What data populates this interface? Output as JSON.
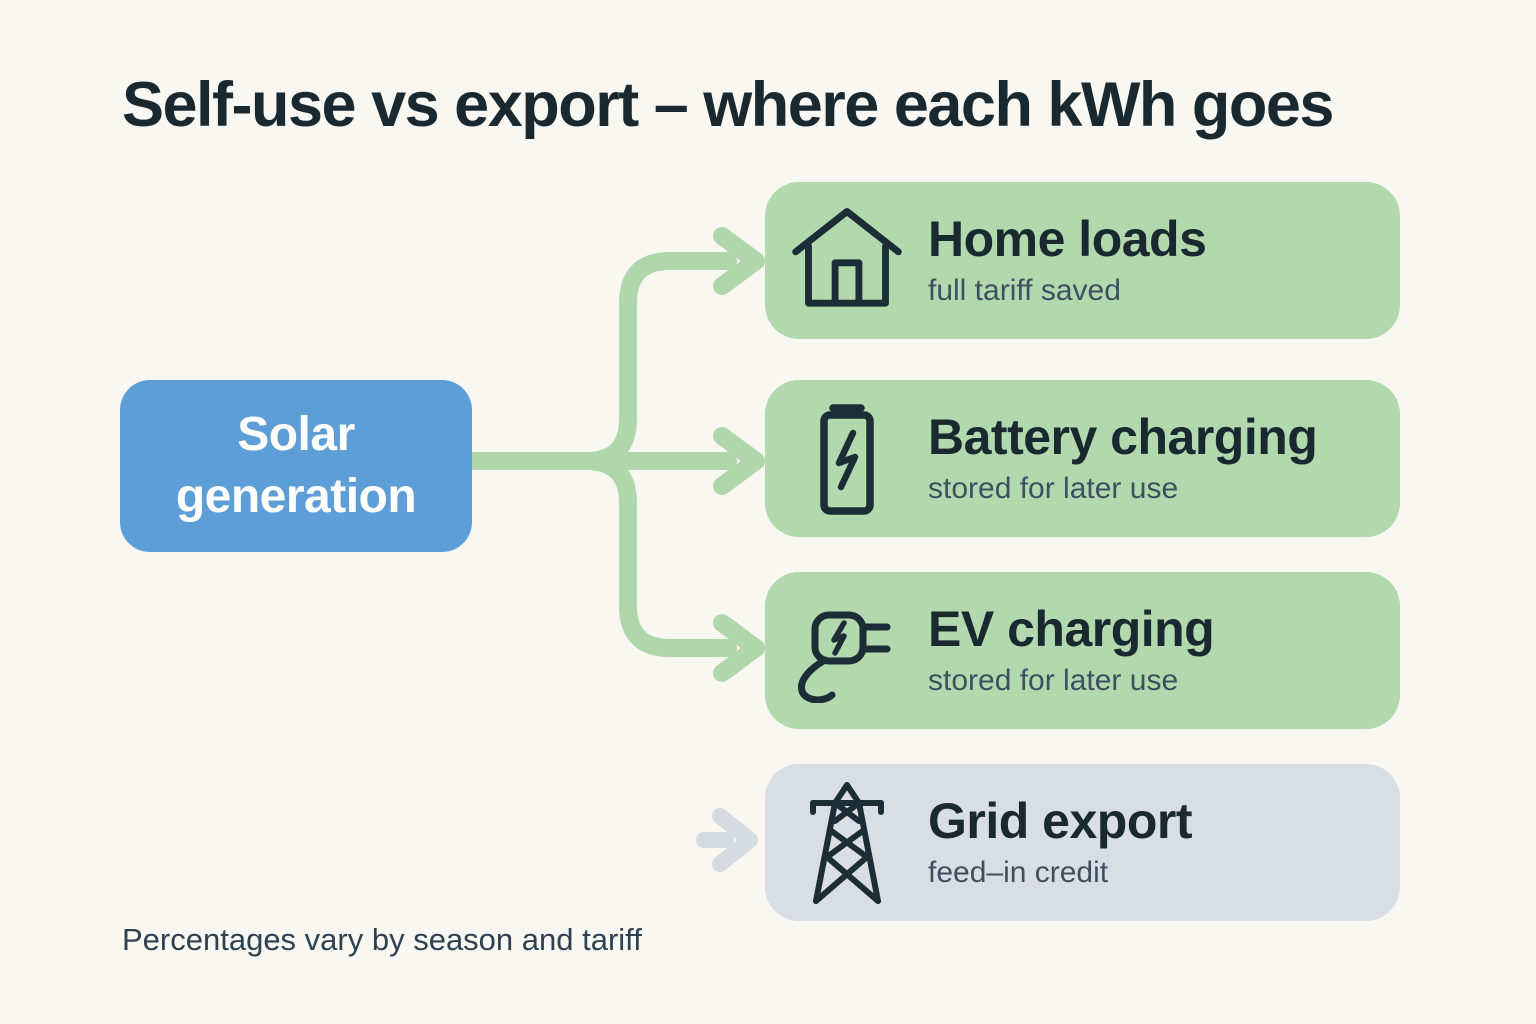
{
  "title": "Self-use vs export – where each kWh goes",
  "source": {
    "label": "Solar generation"
  },
  "destinations": [
    {
      "id": "home-loads",
      "title": "Home loads",
      "subtitle": "full tariff saved",
      "icon": "house-icon",
      "variant": "green"
    },
    {
      "id": "battery-charging",
      "title": "Battery charging",
      "subtitle": "stored for later use",
      "icon": "battery-icon",
      "variant": "green"
    },
    {
      "id": "ev-charging",
      "title": "EV charging",
      "subtitle": "stored for later use",
      "icon": "ev-plug-icon",
      "variant": "green"
    },
    {
      "id": "grid-export",
      "title": "Grid export",
      "subtitle": "feed–in credit",
      "icon": "grid-pylon-icon",
      "variant": "gray"
    }
  ],
  "footnote": "Percentages vary by season and tariff",
  "colors": {
    "canvas-bg": "#f8f7f2",
    "title-ink": "#1a2930",
    "subtitle-ink": "#3e5060",
    "footnote-ink": "#2e4150",
    "icon-ink": "#1c2d35",
    "source-blue": "#5e9ed6",
    "dest-green": "#b2d8ae",
    "dest-gray": "#d8dee3",
    "connector-green": "#b0d7ab",
    "connector-gray": "#d5dbe0"
  }
}
